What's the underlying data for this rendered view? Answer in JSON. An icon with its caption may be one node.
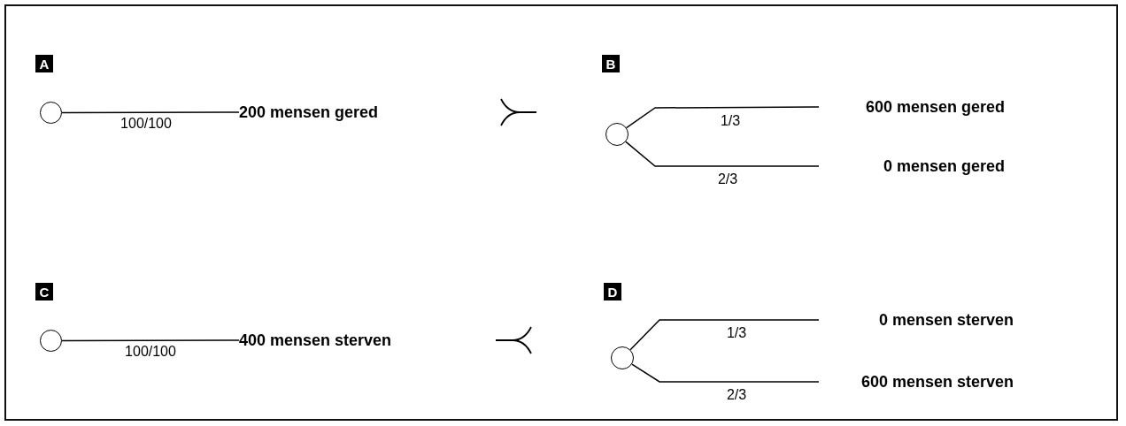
{
  "diagram": {
    "nodes": [
      {
        "text": [
          "A"
        ]
      },
      {
        "text": [
          "B"
        ]
      },
      {
        "text": [],
        "shape": "circle"
      },
      {
        "text": [
          "200 mensen gered"
        ]
      },
      {
        "text": [
          "600 mensen gered"
        ]
      },
      {
        "text": [],
        "shape": "circle"
      },
      {
        "text": [
          "0 mensen gered"
        ]
      },
      {
        "text": [
          "C"
        ]
      },
      {
        "text": [
          "D"
        ]
      },
      {
        "text": [],
        "shape": "circle"
      },
      {
        "text": [
          "400 mensen sterven"
        ]
      },
      {
        "text": [
          "0 mensen sterven"
        ]
      },
      {
        "text": [],
        "shape": "circle"
      },
      {
        "text": [
          "600 mensen sterven"
        ]
      }
    ],
    "edges": [
      {
        "from": 2,
        "to": 3,
        "arrow": "none",
        "label": "100/100"
      },
      {
        "from": 5,
        "to": 4,
        "arrow": "none",
        "label": "1/3"
      },
      {
        "from": 5,
        "to": 6,
        "arrow": "none",
        "label": "2/3"
      },
      {
        "from": 9,
        "to": 10,
        "arrow": "none",
        "label": "100/100"
      },
      {
        "from": 12,
        "to": 11,
        "arrow": "none",
        "label": "1/3"
      },
      {
        "from": 12,
        "to": 13,
        "arrow": "none",
        "label": "2/3"
      }
    ]
  }
}
